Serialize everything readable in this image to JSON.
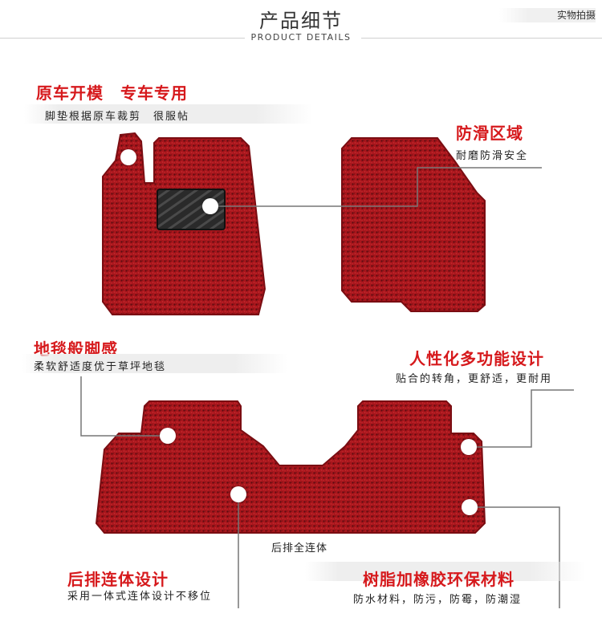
{
  "header": {
    "title": "产品细节",
    "subtitle": "PRODUCT DETAILS",
    "photo_note": "实物拍摄"
  },
  "features": {
    "custom_fit": {
      "title": "原车开模　专车专用",
      "desc": "脚垫根据原车裁剪　很服帖"
    },
    "anti_slip": {
      "title": "防滑区域",
      "desc": "耐磨防滑安全"
    },
    "carpet_feel": {
      "title": "地毯般脚感",
      "desc": "柔软舒适度优于草坪地毯"
    },
    "ergonomic": {
      "title": "人性化多功能设计",
      "desc": "贴合的转角，更舒适，更耐用"
    },
    "rear_onepiece": {
      "title": "后排连体设计",
      "desc": "采用一体式连体设计不移位"
    },
    "material": {
      "title": "树脂加橡胶环保材料",
      "desc": "防水材料，防污，防霉，防潮湿"
    }
  },
  "rear_mat_label": "后排全连体",
  "colors": {
    "accent_red": "#d6191c",
    "mat_red": "#a8161c",
    "mat_dark": "#4a0a0d",
    "connector_line": "#777777"
  }
}
